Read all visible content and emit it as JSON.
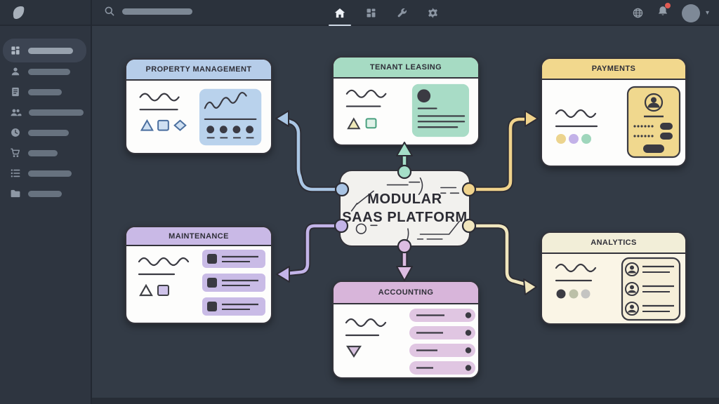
{
  "topbar": {
    "search_value": "",
    "left_icons": [
      "leaf-logo",
      "search-icon"
    ],
    "nav_tabs": [
      {
        "icon": "home-icon",
        "active": true
      },
      {
        "icon": "grid-icon",
        "active": false
      },
      {
        "icon": "wrench-icon",
        "active": false
      },
      {
        "icon": "gear-icon",
        "active": false
      }
    ],
    "right_icons": [
      "globe-icon",
      "bell-icon",
      "avatar",
      "chevron-down-icon"
    ],
    "bell_has_badge": true,
    "badge_color": "#e05a52"
  },
  "sidebar": {
    "active_index": 0,
    "items": [
      {
        "icon": "grid-icon"
      },
      {
        "icon": "user-icon"
      },
      {
        "icon": "document-icon"
      },
      {
        "icon": "users-icon"
      },
      {
        "icon": "clock-icon"
      },
      {
        "icon": "cart-icon"
      },
      {
        "icon": "list-icon"
      },
      {
        "icon": "folder-icon"
      }
    ]
  },
  "diagram": {
    "hub": {
      "title_line1": "MODULAR",
      "title_line2": "SAAS PLATFORM",
      "bg": "#f2f1ee"
    },
    "nodes": [
      {
        "title": "PROPERTY MANAGEMENT",
        "accent": "#b6cde9"
      },
      {
        "title": "TENANT LEASING",
        "accent": "#a6dbc3"
      },
      {
        "title": "PAYMENTS",
        "accent": "#f2d88d"
      },
      {
        "title": "MAINTENANCE",
        "accent": "#c9b9e6"
      },
      {
        "title": "ACCOUNTING",
        "accent": "#d8b5da"
      },
      {
        "title": "ANALYTICS",
        "accent": "#f2eed8"
      }
    ],
    "connector_colors": {
      "property_management": "#aac6e4",
      "tenant_leasing": "#a5dfc8",
      "payments": "#f0d38c",
      "maintenance": "#c3b4e8",
      "accounting": "#dcbce2",
      "analytics": "#f0e6be"
    }
  }
}
